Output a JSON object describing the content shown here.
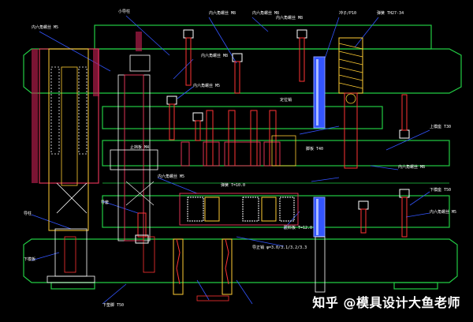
{
  "labels": {
    "top_left_screw": "内六角螺丝 M5",
    "top_a": "小导柱",
    "top_b": "内六角螺丝 M8",
    "top_c": "内六角螺丝 M8",
    "top_d": "内六角螺丝 M8",
    "top_punch": "冲子/P10",
    "top_spring": "弹簧 TH27-34",
    "mid_screw_m5": "内六角螺丝 M5",
    "mid_m8": "内六角螺丝 M8",
    "mid_pin": "定位销",
    "right_top": "上模座 T30",
    "right_mid": "内六角螺丝 M8",
    "right_low": "下模座 T50",
    "right_screw": "内六角螺丝 M5",
    "plate_t": "脚板 T40",
    "bottom_label": "下垫脚 T50",
    "center_1": "止挡板 M4",
    "center_2": "内六角螺丝 M5",
    "center_3": "弹簧 T=10.0",
    "center_4": "脱料板 T=12.0",
    "bottom_note": "导正销 φ=3.0/3.1/3.2/3.3",
    "left_1": "导柱",
    "left_2": "导套",
    "left_3": "下模板",
    "watermark": "知乎 @模具设计大鱼老师"
  }
}
